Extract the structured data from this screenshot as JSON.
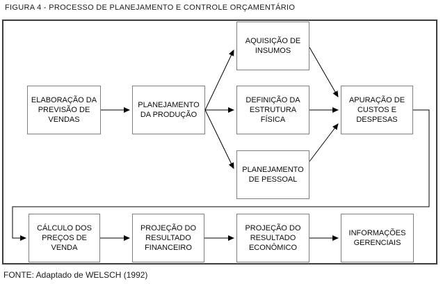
{
  "title": "FIGURA 4 - PROCESSO DE PLANEJAMENTO E CONTROLE ORÇAMENTÁRIO",
  "source": "FONTE: Adaptado de WELSCH (1992)",
  "palette": {
    "background": "#ffffff",
    "node_border": "#7d7d7d",
    "frame_border": "#3d3d3d",
    "line_color": "#000000",
    "text_color": "#0a0a0a"
  },
  "diagram": {
    "type": "flowchart",
    "nodes": [
      {
        "id": "elaboracao-previsao-vendas",
        "label": "ELABORAÇÃO DA PREVISÃO DE VENDAS"
      },
      {
        "id": "planejamento-producao",
        "label": "PLANEJAMENTO DA PRODUÇÃO"
      },
      {
        "id": "aquisicao-insumos",
        "label": "AQUISIÇÃO DE INSUMOS"
      },
      {
        "id": "definicao-estrutura-fisica",
        "label": "DEFINIÇÃO DA ESTRUTURA FÍSICA"
      },
      {
        "id": "planejamento-pessoal",
        "label": "PLANEJAMENTO DE PESSOAL"
      },
      {
        "id": "apuracao-custos-despesas",
        "label": "APURAÇÃO DE CUSTOS E DESPESAS"
      },
      {
        "id": "calculo-precos-venda",
        "label": "CÁLCULO DOS PREÇOS DE VENDA"
      },
      {
        "id": "projecao-resultado-financeiro",
        "label": "PROJEÇÃO DO RESULTADO FINANCEIRO"
      },
      {
        "id": "projecao-resultado-economico",
        "label": "PROJEÇÃO DO RESULTADO ECONÔMICO"
      },
      {
        "id": "informacoes-gerenciais",
        "label": "INFORMAÇÕES GERENCIAIS"
      }
    ],
    "edges": [
      {
        "from": "elaboracao-previsao-vendas",
        "to": "planejamento-producao"
      },
      {
        "from": "planejamento-producao",
        "to": "aquisicao-insumos"
      },
      {
        "from": "planejamento-producao",
        "to": "definicao-estrutura-fisica"
      },
      {
        "from": "planejamento-producao",
        "to": "planejamento-pessoal"
      },
      {
        "from": "aquisicao-insumos",
        "to": "apuracao-custos-despesas"
      },
      {
        "from": "definicao-estrutura-fisica",
        "to": "apuracao-custos-despesas"
      },
      {
        "from": "planejamento-pessoal",
        "to": "apuracao-custos-despesas"
      },
      {
        "from": "apuracao-custos-despesas",
        "to": "calculo-precos-venda"
      },
      {
        "from": "calculo-precos-venda",
        "to": "projecao-resultado-financeiro"
      },
      {
        "from": "projecao-resultado-financeiro",
        "to": "projecao-resultado-economico"
      },
      {
        "from": "projecao-resultado-economico",
        "to": "informacoes-gerenciais"
      }
    ]
  }
}
